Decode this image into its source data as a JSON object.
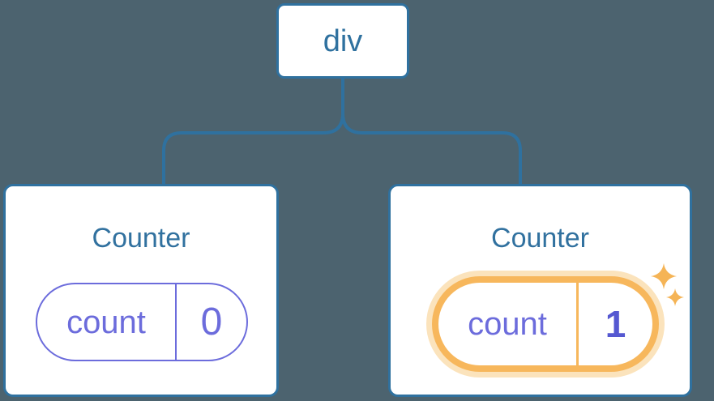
{
  "diagram": {
    "description": "React component tree showing state isolation between two Counter instances",
    "root": {
      "label": "div"
    },
    "counters": [
      {
        "title": "Counter",
        "state_label": "count",
        "state_value": "0",
        "highlighted": false
      },
      {
        "title": "Counter",
        "state_label": "count",
        "state_value": "1",
        "highlighted": true
      }
    ],
    "icons": [
      "sparkle-icon"
    ],
    "colors": {
      "background": "#4C636F",
      "node_blue": "#2F719F",
      "title_blue": "#31719F",
      "state_purple": "#6C6CDC",
      "state_value_highlighted": "#5558D1",
      "highlight_orange": "#F7B75C",
      "highlight_halo": "#FBE3BC",
      "sparkle_orange": "#F5B456",
      "node_background": "#FFFFFF"
    }
  }
}
